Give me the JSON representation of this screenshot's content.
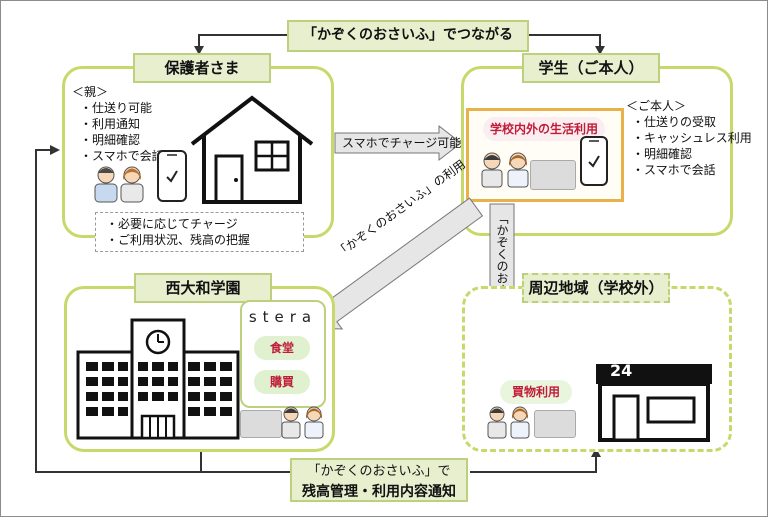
{
  "top_banner": "「かぞくのおさいふ」でつながる",
  "bottom_banner": {
    "line1": "「かぞくのおさいふ」で",
    "line2": "残高管理・利用内容通知"
  },
  "guardian": {
    "title": "保護者さま",
    "header": "＜親＞",
    "items": [
      "・仕送り可能",
      "・利用通知",
      "・明細確認",
      "・スマホで会話"
    ],
    "notes": [
      "・必要に応じてチャージ",
      "・ご利用状況、残高の把握"
    ]
  },
  "student": {
    "title": "学生（ご本人）",
    "header": "＜ご本人＞",
    "items": [
      "・仕送りの受取",
      "・キャッシュレス利用",
      "・明細確認",
      "・スマホで会話"
    ],
    "usage_label": "学校内外の生活利用"
  },
  "arrows": {
    "charge": "スマホでチャージ可能",
    "to_school": "「かぞくのおさいふ」の利用",
    "to_area": "「かぞくのおさいふ」の利用"
  },
  "school": {
    "title": "西大和学園",
    "stera": "stera",
    "cafeteria": "食堂",
    "store": "購買"
  },
  "area": {
    "title": "周辺地域（学校外）",
    "shopping": "買物利用",
    "store_number": "24"
  },
  "colors": {
    "region_border": "#c9d86a",
    "tag_fill": "#e7efcf",
    "accent_red": "#c01c3a",
    "student_frame": "#e8b24a"
  }
}
